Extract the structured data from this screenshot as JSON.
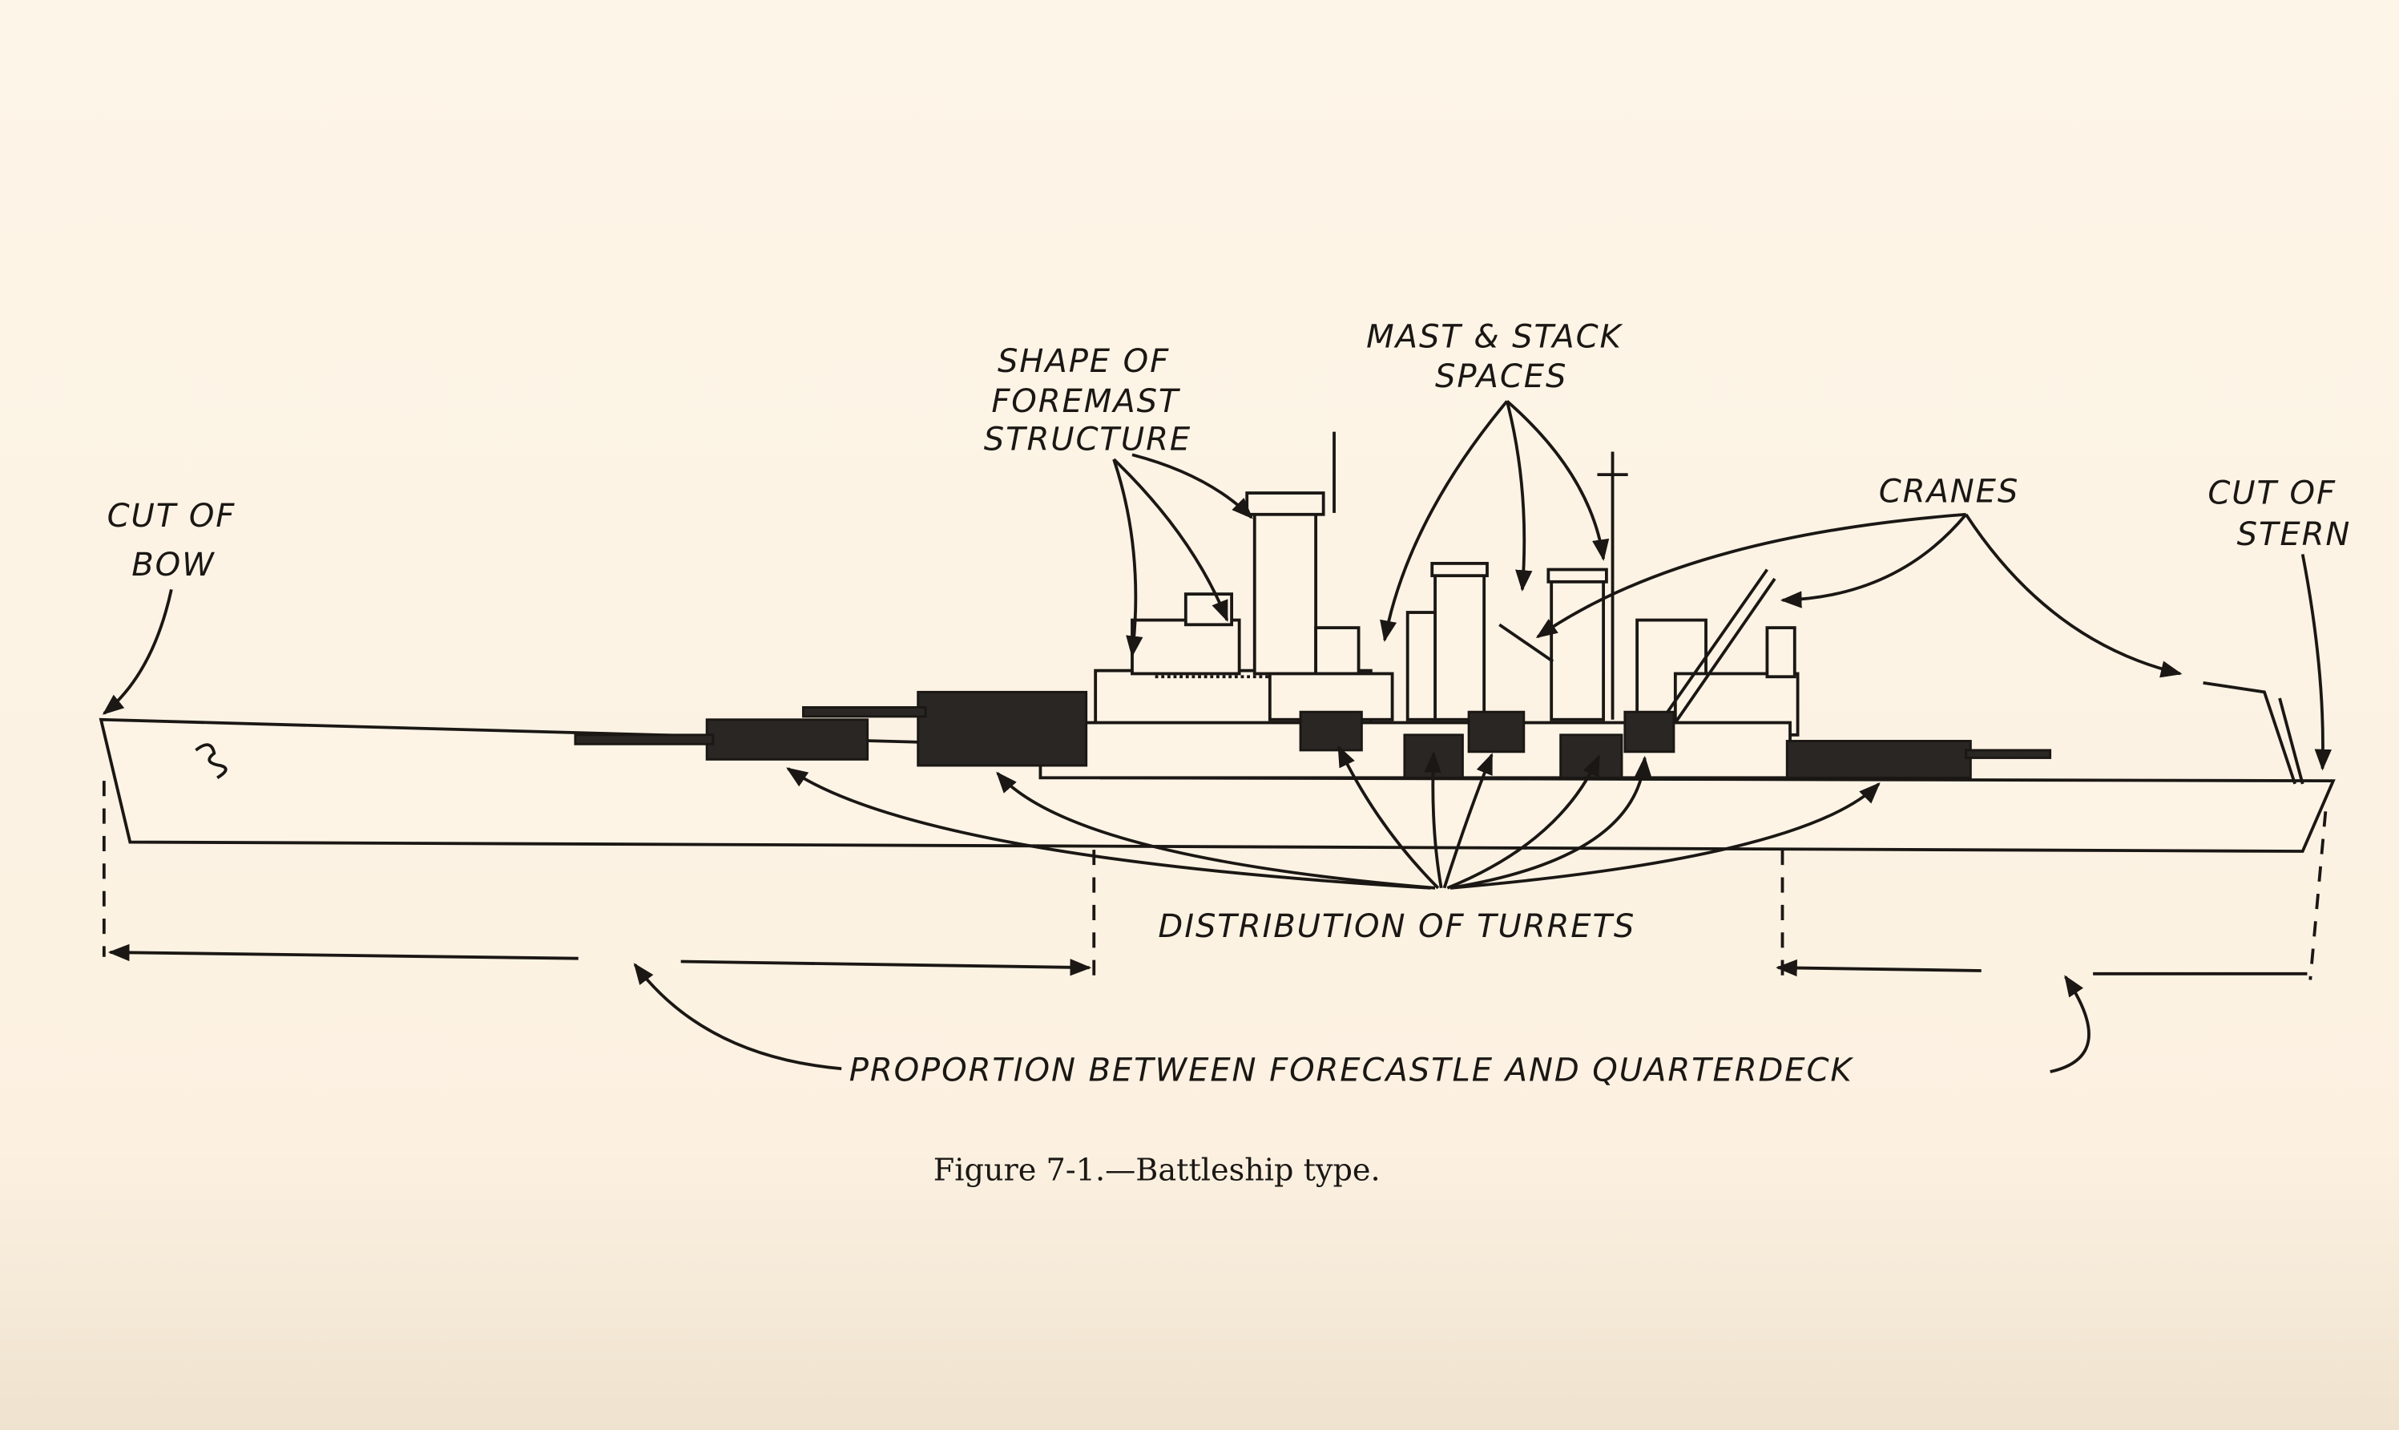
{
  "figure": {
    "caption_prefix": "Figure 7-1.",
    "caption_text": "—Battleship type.",
    "labels": {
      "bow_line1": "CUT OF",
      "bow_line2": "BOW",
      "foremast_line1": "SHAPE OF",
      "foremast_line2": "FOREMAST",
      "foremast_line3": "STRUCTURE",
      "mast_line1": "MAST & STACK",
      "mast_line2": "SPACES",
      "cranes": "CRANES",
      "stern_line1": "CUT OF",
      "stern_line2": "STERN",
      "turrets": "DISTRIBUTION OF TURRETS",
      "proportion": "PROPORTION BETWEEN FORECASTLE AND QUARTERDECK"
    }
  }
}
